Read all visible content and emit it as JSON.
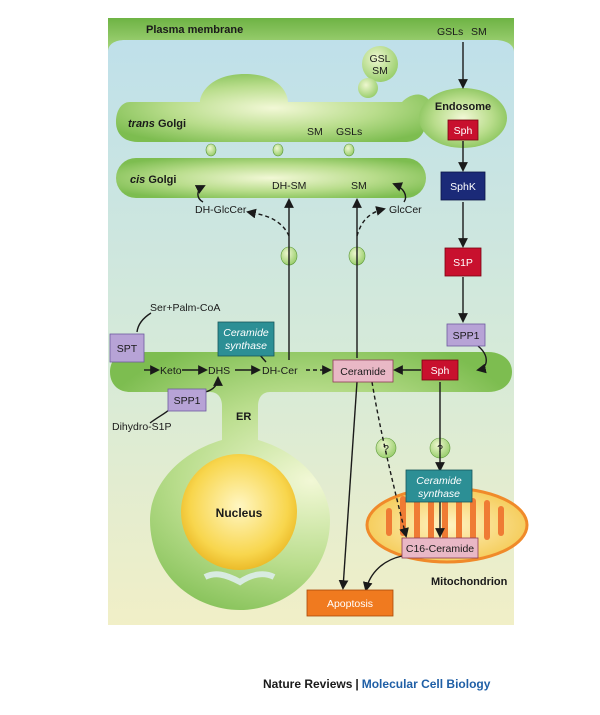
{
  "labels": {
    "plasma_membrane": "Plasma membrane",
    "gsls_pm": "GSLs",
    "sm_pm": "SM",
    "gsl_vesicle_top": "GSL",
    "gsl_vesicle_bottom": "SM",
    "endosome": "Endosome",
    "trans_golgi_italic": "trans",
    "trans_golgi_rest": " Golgi",
    "trans_sm": "SM",
    "trans_gsls": "GSLs",
    "cis_golgi_italic": "cis",
    "cis_golgi_rest": " Golgi",
    "cis_dhsm": "DH-SM",
    "cis_sm": "SM",
    "dh_glccer": "DH-GlcCer",
    "glccer": "GlcCer",
    "ser_palm_coa": "Ser+Palm-CoA",
    "keto": "Keto",
    "dhs": "DHS",
    "dh_cer": "DH-Cer",
    "dihydro_s1p": "Dihydro-S1P",
    "er": "ER",
    "nucleus": "Nucleus",
    "mitochondrion": "Mitochondrion",
    "question": "?"
  },
  "boxes": {
    "sph_endosome": "Sph",
    "sphk": "SphK",
    "s1p": "S1P",
    "spp1_right": "SPP1",
    "sph_er": "Sph",
    "ceramide": "Ceramide",
    "spt": "SPT",
    "spp1_left": "SPP1",
    "ceramide_synthase_er_1": "Ceramide",
    "ceramide_synthase_er_2": "synthase",
    "ceramide_synthase_mito_1": "Ceramide",
    "ceramide_synthase_mito_2": "synthase",
    "c16_ceramide": "C16-Ceramide",
    "apoptosis": "Apoptosis"
  },
  "footer": {
    "journal": "Nature Reviews",
    "separator": "|",
    "section": "Molecular Cell Biology"
  },
  "colors": {
    "membrane_green": "#7cbf4e",
    "box_red": "#c8102e",
    "box_navy": "#1b2a78",
    "box_purple": "#b7a3d6",
    "box_teal": "#2c8f95",
    "box_pink": "#e9b8c6",
    "box_orange": "#f07a1f",
    "footer_blue": "#1f5fa6"
  }
}
